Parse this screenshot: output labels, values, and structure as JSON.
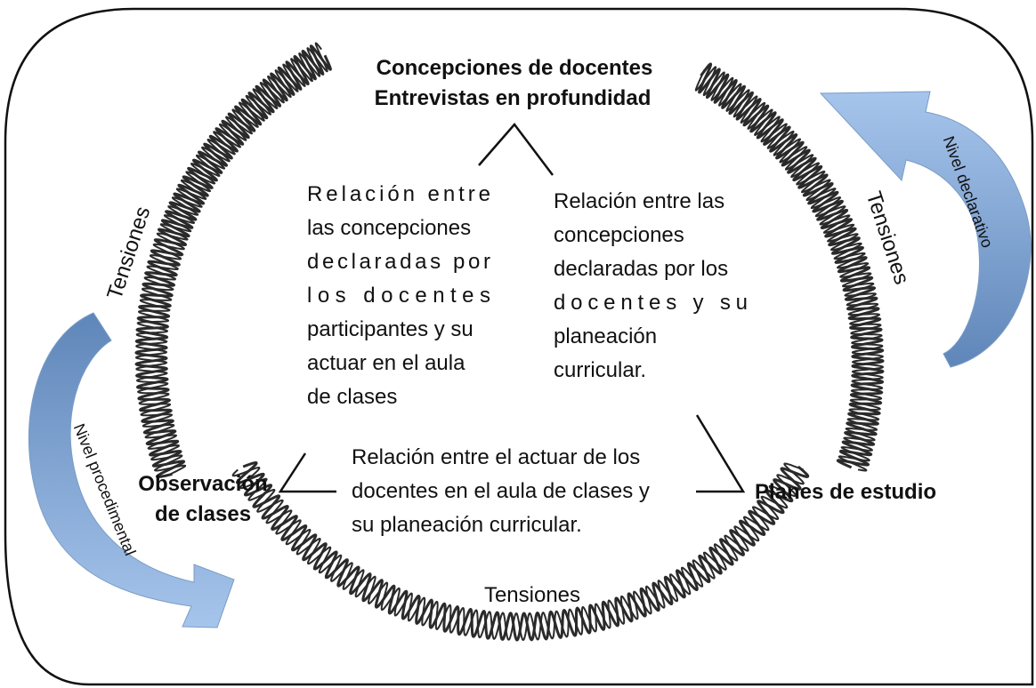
{
  "nodes": {
    "top_line1": "Concepciones de docentes",
    "top_line2": "Entrevistas en profundidad",
    "left_line1": "Observación",
    "left_line2": "de clases",
    "right": "Planes de estudio"
  },
  "relations": {
    "left": [
      "Relación entre",
      "las concepciones",
      "declaradas por",
      "los docentes",
      "participantes y su",
      "actuar en el aula",
      "de clases"
    ],
    "right": [
      "Relación entre las",
      "concepciones",
      "declaradas por los",
      "docentes y su",
      "planeación",
      "curricular."
    ],
    "bottom": [
      "Relación entre el actuar de los",
      "docentes en el aula de clases y",
      "su planeación curricular."
    ]
  },
  "tensions": {
    "left": "Tensiones",
    "right": "Tensiones",
    "bottom": "Tensiones"
  },
  "levels": {
    "declarative": "Nivel declarativo",
    "procedural": "Nivel procedimental"
  },
  "colors": {
    "arrow_light": "#a8c6ea",
    "arrow_dark": "#5b83b8",
    "spring": "#2a2a2a",
    "text": "#111111"
  }
}
